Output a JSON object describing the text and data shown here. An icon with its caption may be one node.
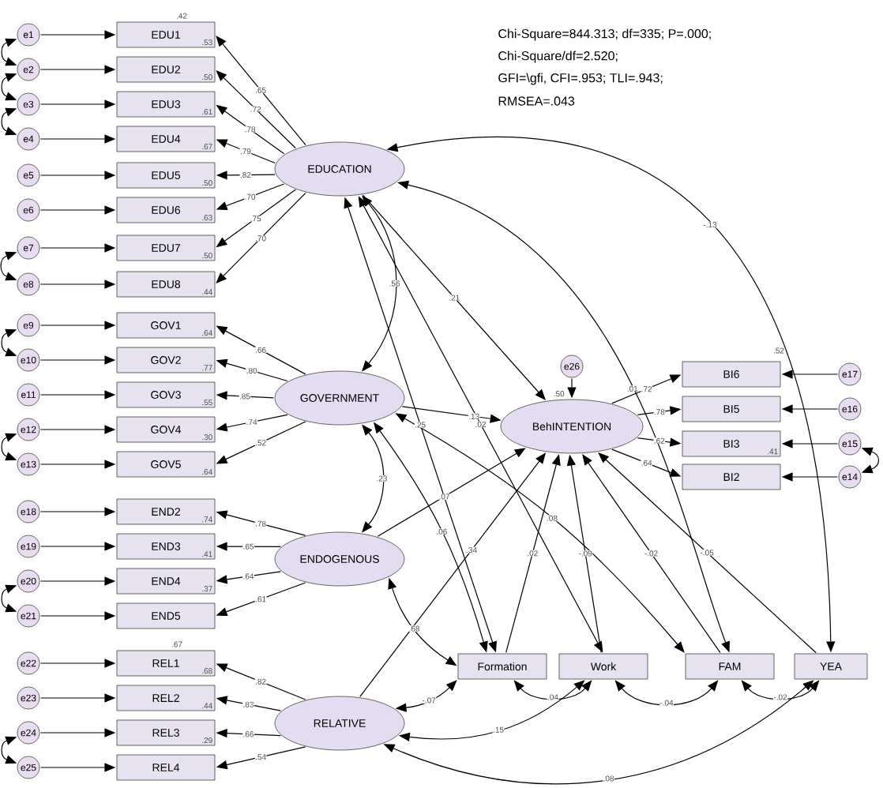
{
  "diagram": {
    "nodes": [
      {
        "text": [
          "EDU1",
          ".53"
        ]
      },
      {
        "text": [
          "EDU2",
          ".50"
        ]
      },
      {
        "text": [
          "EDU3",
          ".61"
        ]
      },
      {
        "text": [
          "EDU4",
          ".67"
        ]
      },
      {
        "text": [
          "EDU5",
          ".50"
        ]
      },
      {
        "text": [
          "EDU6",
          ".63"
        ]
      },
      {
        "text": [
          "EDU7",
          ".50"
        ]
      },
      {
        "text": [
          "EDU8",
          ".44"
        ]
      },
      {
        "text": [
          "GOV1",
          ".64"
        ]
      },
      {
        "text": [
          "GOV2",
          ".77"
        ]
      },
      {
        "text": [
          "GOV3",
          ".55"
        ]
      },
      {
        "text": [
          "GOV4",
          ".30"
        ]
      },
      {
        "text": [
          "GOV5",
          ".64"
        ]
      },
      {
        "text": [
          "END2",
          ".74"
        ]
      },
      {
        "text": [
          "END3",
          ".41"
        ]
      },
      {
        "text": [
          "END4",
          ".37"
        ]
      },
      {
        "text": [
          "END5"
        ]
      },
      {
        "text": [
          "REL1",
          ".68"
        ]
      },
      {
        "text": [
          "REL2",
          ".44"
        ]
      },
      {
        "text": [
          "REL3",
          ".29"
        ]
      },
      {
        "text": [
          "REL4"
        ]
      },
      {
        "text": [
          "e1"
        ]
      },
      {
        "text": [
          "e2"
        ]
      },
      {
        "text": [
          "e3"
        ]
      },
      {
        "text": [
          "e4"
        ]
      },
      {
        "text": [
          "e5"
        ]
      },
      {
        "text": [
          "e6"
        ]
      },
      {
        "text": [
          "e7"
        ]
      },
      {
        "text": [
          "e8"
        ]
      },
      {
        "text": [
          "e9"
        ]
      },
      {
        "text": [
          "e10"
        ]
      },
      {
        "text": [
          "e11"
        ]
      },
      {
        "text": [
          "e12"
        ]
      },
      {
        "text": [
          "e13"
        ]
      },
      {
        "text": [
          "e18"
        ]
      },
      {
        "text": [
          "e19"
        ]
      },
      {
        "text": [
          "e20"
        ]
      },
      {
        "text": [
          "e21"
        ]
      },
      {
        "text": [
          "e22"
        ]
      },
      {
        "text": [
          "e23"
        ]
      },
      {
        "text": [
          "e24"
        ]
      },
      {
        "text": [
          "e25"
        ]
      },
      {
        "text": [
          "EDUCATION"
        ]
      },
      {
        "text": [
          "GOVERNMENT"
        ]
      },
      {
        "text": [
          "ENDOGENOUS"
        ]
      },
      {
        "text": [
          "RELATIVE"
        ]
      },
      {
        "text": [
          "e26"
        ]
      },
      {
        "text": [
          "BehINTENTION"
        ],
        "beside": [
          ".50"
        ]
      },
      {
        "text": [
          "BI6"
        ]
      },
      {
        "text": [
          "BI5"
        ]
      },
      {
        "text": [
          "BI3",
          ".41"
        ]
      },
      {
        "text": [
          "BI2"
        ]
      },
      {
        "text": [
          "e17"
        ]
      },
      {
        "text": [
          "e16"
        ]
      },
      {
        "text": [
          "e15"
        ]
      },
      {
        "text": [
          "e14"
        ]
      },
      {
        "text": [
          "Formation"
        ]
      },
      {
        "text": [
          "Work"
        ]
      },
      {
        "text": [
          "FAM"
        ]
      },
      {
        "text": [
          "YEA"
        ]
      }
    ],
    "edges": [
      {
        "from": 42,
        "to": 0,
        "arrow": "to",
        "label": ".65"
      },
      {
        "from": 42,
        "to": 1,
        "arrow": "to",
        "label": ".72"
      },
      {
        "from": 42,
        "to": 2,
        "arrow": "to",
        "label": ".78"
      },
      {
        "from": 42,
        "to": 3,
        "arrow": "to",
        "label": ".79"
      },
      {
        "from": 42,
        "to": 4,
        "arrow": "to",
        "label": ".82"
      },
      {
        "from": 42,
        "to": 5,
        "arrow": "to",
        "label": ".70"
      },
      {
        "from": 42,
        "to": 6,
        "arrow": "to",
        "label": ".75"
      },
      {
        "from": 42,
        "to": 7,
        "arrow": "to",
        "label": ".70"
      },
      {
        "from": 43,
        "to": 8,
        "arrow": "to",
        "label": ".66"
      },
      {
        "from": 43,
        "to": 9,
        "arrow": "to",
        "label": ".80"
      },
      {
        "from": 43,
        "to": 10,
        "arrow": "to",
        "label": ".85"
      },
      {
        "from": 43,
        "to": 11,
        "arrow": "to",
        "label": ".74"
      },
      {
        "from": 43,
        "to": 12,
        "arrow": "to",
        "label": ".52"
      },
      {
        "from": 44,
        "to": 13,
        "arrow": "to",
        "label": ".78"
      },
      {
        "from": 44,
        "to": 14,
        "arrow": "to",
        "label": ".65"
      },
      {
        "from": 44,
        "to": 15,
        "arrow": "to",
        "label": ".64"
      },
      {
        "from": 44,
        "to": 16,
        "arrow": "to",
        "label": ".61"
      },
      {
        "from": 45,
        "to": 17,
        "arrow": "to",
        "label": ".82"
      },
      {
        "from": 45,
        "to": 18,
        "arrow": "to",
        "label": ".83"
      },
      {
        "from": 45,
        "to": 19,
        "arrow": "to",
        "label": ".66"
      },
      {
        "from": 45,
        "to": 20,
        "arrow": "to",
        "label": ".54"
      },
      {
        "from": 21,
        "to": 0,
        "arrow": "to"
      },
      {
        "from": 22,
        "to": 1,
        "arrow": "to"
      },
      {
        "from": 23,
        "to": 2,
        "arrow": "to"
      },
      {
        "from": 24,
        "to": 3,
        "arrow": "to"
      },
      {
        "from": 25,
        "to": 4,
        "arrow": "to"
      },
      {
        "from": 26,
        "to": 5,
        "arrow": "to"
      },
      {
        "from": 27,
        "to": 6,
        "arrow": "to"
      },
      {
        "from": 28,
        "to": 7,
        "arrow": "to"
      },
      {
        "from": 29,
        "to": 8,
        "arrow": "to"
      },
      {
        "from": 30,
        "to": 9,
        "arrow": "to"
      },
      {
        "from": 31,
        "to": 10,
        "arrow": "to"
      },
      {
        "from": 32,
        "to": 11,
        "arrow": "to"
      },
      {
        "from": 33,
        "to": 12,
        "arrow": "to"
      },
      {
        "from": 34,
        "to": 13,
        "arrow": "to"
      },
      {
        "from": 35,
        "to": 14,
        "arrow": "to"
      },
      {
        "from": 36,
        "to": 15,
        "arrow": "to"
      },
      {
        "from": 37,
        "to": 16,
        "arrow": "to"
      },
      {
        "from": 38,
        "to": 17,
        "arrow": "to"
      },
      {
        "from": 39,
        "to": 18,
        "arrow": "to"
      },
      {
        "from": 40,
        "to": 19,
        "arrow": "to"
      },
      {
        "from": 41,
        "to": 20,
        "arrow": "to"
      },
      {
        "from": 21,
        "to": 22,
        "arrow": "both"
      },
      {
        "from": 22,
        "to": 23,
        "arrow": "both"
      },
      {
        "from": 23,
        "to": 24,
        "arrow": "both"
      },
      {
        "from": 27,
        "to": 28,
        "arrow": "both"
      },
      {
        "from": 29,
        "to": 30,
        "arrow": "both"
      },
      {
        "from": 32,
        "to": 33,
        "arrow": "both"
      },
      {
        "from": 36,
        "to": 37,
        "arrow": "both"
      },
      {
        "from": 40,
        "to": 41,
        "arrow": "both"
      },
      {
        "from": 47,
        "to": 48,
        "arrow": "to",
        "label": ".72"
      },
      {
        "from": 47,
        "to": 49,
        "arrow": "to",
        "label": ".78"
      },
      {
        "from": 47,
        "to": 50,
        "arrow": "to",
        "label": ".62"
      },
      {
        "from": 47,
        "to": 51,
        "arrow": "to",
        "label": ".64"
      },
      {
        "from": 52,
        "to": 48,
        "arrow": "to"
      },
      {
        "from": 53,
        "to": 49,
        "arrow": "to"
      },
      {
        "from": 54,
        "to": 50,
        "arrow": "to"
      },
      {
        "from": 55,
        "to": 51,
        "arrow": "to"
      },
      {
        "from": 54,
        "to": 55,
        "arrow": "both"
      },
      {
        "from": 46,
        "to": 47,
        "arrow": "to"
      },
      {
        "from": 42,
        "to": 43,
        "arrow": "both",
        "label": ".56"
      },
      {
        "from": 43,
        "to": 44,
        "arrow": "both",
        "label": ".23"
      },
      {
        "from": 42,
        "to": 47,
        "arrow": "to",
        "label": ".21"
      },
      {
        "from": 43,
        "to": 47,
        "arrow": "to",
        "label": ".13"
      },
      {
        "from": 44,
        "to": 47,
        "arrow": "to",
        "label": ".07"
      },
      {
        "from": 45,
        "to": 47,
        "arrow": "to",
        "label": ".34"
      },
      {
        "from": 42,
        "to": 59,
        "arrow": "both",
        "label": "-.13"
      },
      {
        "from": 42,
        "to": 58,
        "arrow": "both",
        "label": ".01"
      },
      {
        "from": 42,
        "to": 57,
        "arrow": "both",
        "label": ".02"
      },
      {
        "from": 42,
        "to": 56,
        "arrow": "both",
        "label": ".25"
      },
      {
        "from": 43,
        "to": 56,
        "arrow": "both",
        "label": ".06"
      },
      {
        "from": 43,
        "to": 58,
        "arrow": "both",
        "label": ".08"
      },
      {
        "from": 44,
        "to": 56,
        "arrow": "both",
        "label": ".68"
      },
      {
        "from": 45,
        "to": 56,
        "arrow": "both",
        "label": "-.07"
      },
      {
        "from": 45,
        "to": 57,
        "arrow": "both",
        "label": ".15"
      },
      {
        "from": 45,
        "to": 59,
        "arrow": "both",
        "label": ".08"
      },
      {
        "from": 56,
        "to": 47,
        "arrow": "to",
        "label": ".02"
      },
      {
        "from": 57,
        "to": 47,
        "arrow": "to",
        "label": "-.09"
      },
      {
        "from": 58,
        "to": 47,
        "arrow": "to",
        "label": "-.02"
      },
      {
        "from": 59,
        "to": 47,
        "arrow": "to",
        "label": "-.05"
      },
      {
        "from": 56,
        "to": 57,
        "arrow": "both",
        "label": ".04"
      },
      {
        "from": 57,
        "to": 58,
        "arrow": "both",
        "label": "-.04"
      },
      {
        "from": 58,
        "to": 59,
        "arrow": "both",
        "label": "-.02"
      }
    ],
    "labels": [
      "Chi-Square=844.313; df=335; P=.000;",
      "Chi-Square/df=2.520;",
      "GFI=\\gfi, CFI=.953; TLI=.943;",
      "RMSEA=.043",
      ".42",
      ".67",
      ".52"
    ]
  }
}
